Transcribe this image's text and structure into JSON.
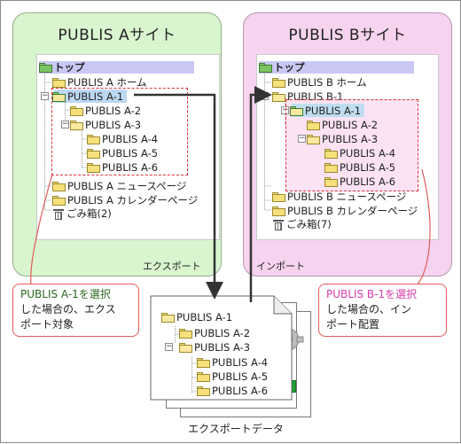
{
  "site_a": {
    "title": "PUBLIS Aサイト",
    "footer": "エクスポート",
    "tree": {
      "top": "トップ",
      "home": "PUBLIS A ホーム",
      "a1": "PUBLIS A-1",
      "a2": "PUBLIS A-2",
      "a3": "PUBLIS A-3",
      "a4": "PUBLIS A-4",
      "a5": "PUBLIS A-5",
      "a6": "PUBLIS A-6",
      "news": "PUBLIS A ニュースページ",
      "calendar": "PUBLIS A カレンダーページ",
      "trash": "ごみ箱(2)"
    }
  },
  "site_b": {
    "title": "PUBLIS Bサイト",
    "footer": "インポート",
    "tree": {
      "top": "トップ",
      "home": "PUBLIS B ホーム",
      "b1": "PUBLIS B-1",
      "a1": "PUBLIS A-1",
      "a2": "PUBLIS A-2",
      "a3": "PUBLIS A-3",
      "a4": "PUBLIS A-4",
      "a5": "PUBLIS A-5",
      "a6": "PUBLIS A-6",
      "news": "PUBLIS B ニュースページ",
      "calendar": "PUBLIS B カレンダーページ",
      "trash": "ごみ箱(7)"
    }
  },
  "callout_a": {
    "highlight": "PUBLIS A-1を選択",
    "line2": "した場合の、エクス",
    "line3": "ポート対象"
  },
  "callout_b": {
    "highlight": "PUBLIS B-1を選択",
    "line2": "した場合の、イン",
    "line3": "ポート配置"
  },
  "export_data": {
    "label": "エクスポートデータ",
    "tree": {
      "a1": "PUBLIS A-1",
      "a2": "PUBLIS A-2",
      "a3": "PUBLIS A-3",
      "a4": "PUBLIS A-4",
      "a5": "PUBLIS A-5",
      "a6": "PUBLIS A-6"
    }
  },
  "colors": {
    "site_a_bg": "#d9f5d0",
    "site_b_bg": "#f6d3ee",
    "dashed_border": "#e0303a",
    "callout_border": "#e35a5a",
    "highlight_green": "#2a6a1f",
    "highlight_pink": "#d53aa8",
    "arrow": "#333333"
  },
  "icons": [
    "folder-icon",
    "folder-open-icon",
    "trash-icon",
    "gear-icon",
    "green-square-icon"
  ]
}
